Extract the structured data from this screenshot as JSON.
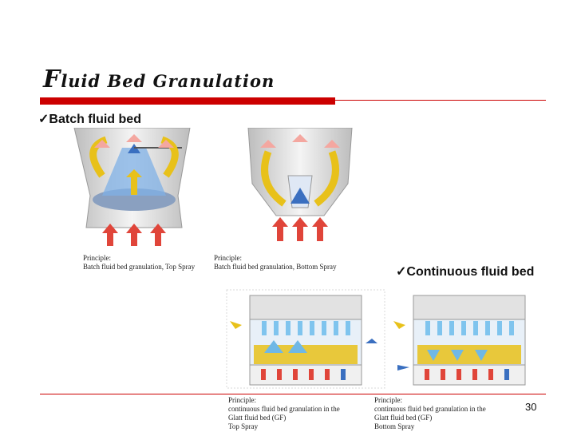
{
  "slide": {
    "title_initial": "F",
    "title_rest": "luid Bed Granulation",
    "batch_heading": "Batch fluid bed",
    "continuous_heading": "Continuous fluid bed",
    "page_number": "30",
    "accent_color": "#cc0000"
  },
  "captions": {
    "top_spray": {
      "line1": "Principle:",
      "line2": "Batch fluid bed granulation, Top Spray"
    },
    "bottom_spray": {
      "line1": "Principle:",
      "line2": "Batch fluid bed granulation, Bottom Spray"
    },
    "cont_top": {
      "line1": "Principle:",
      "line2": "continuous fluid bed granulation in the",
      "line3": "Glatt fluid bed (GF)",
      "line4": "Top Spray"
    },
    "cont_bottom": {
      "line1": "Principle:",
      "line2": "continuous fluid bed granulation in the",
      "line3": "Glatt fluid bed (GF)",
      "line4": "Bottom Spray"
    }
  }
}
